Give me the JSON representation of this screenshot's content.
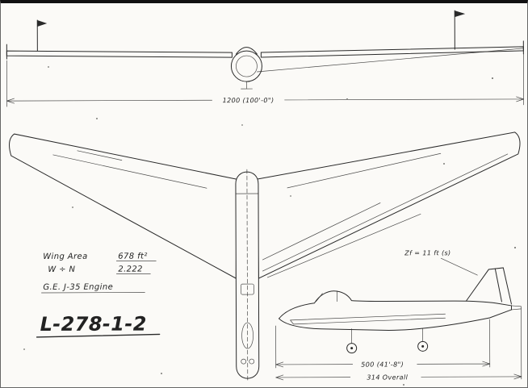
{
  "front_view": {
    "span_dimension": "1200 (100'-0\")"
  },
  "side_view": {
    "length_dimension": "500 (41'-8\")",
    "overall_dimension": "314 Overall",
    "note": "Zf = 11 ft (s)"
  },
  "specs": {
    "wing_area_label": "Wing Area",
    "wing_area_value": "678 ft²",
    "ratio_label": "W ÷ N",
    "ratio_value": "2.222",
    "engine_note": "G.E. J-35 Engine"
  },
  "drawing_number": "L-278-1-2",
  "colors": {
    "ink": "#2a2a2a",
    "paper": "#fbfaf7"
  }
}
